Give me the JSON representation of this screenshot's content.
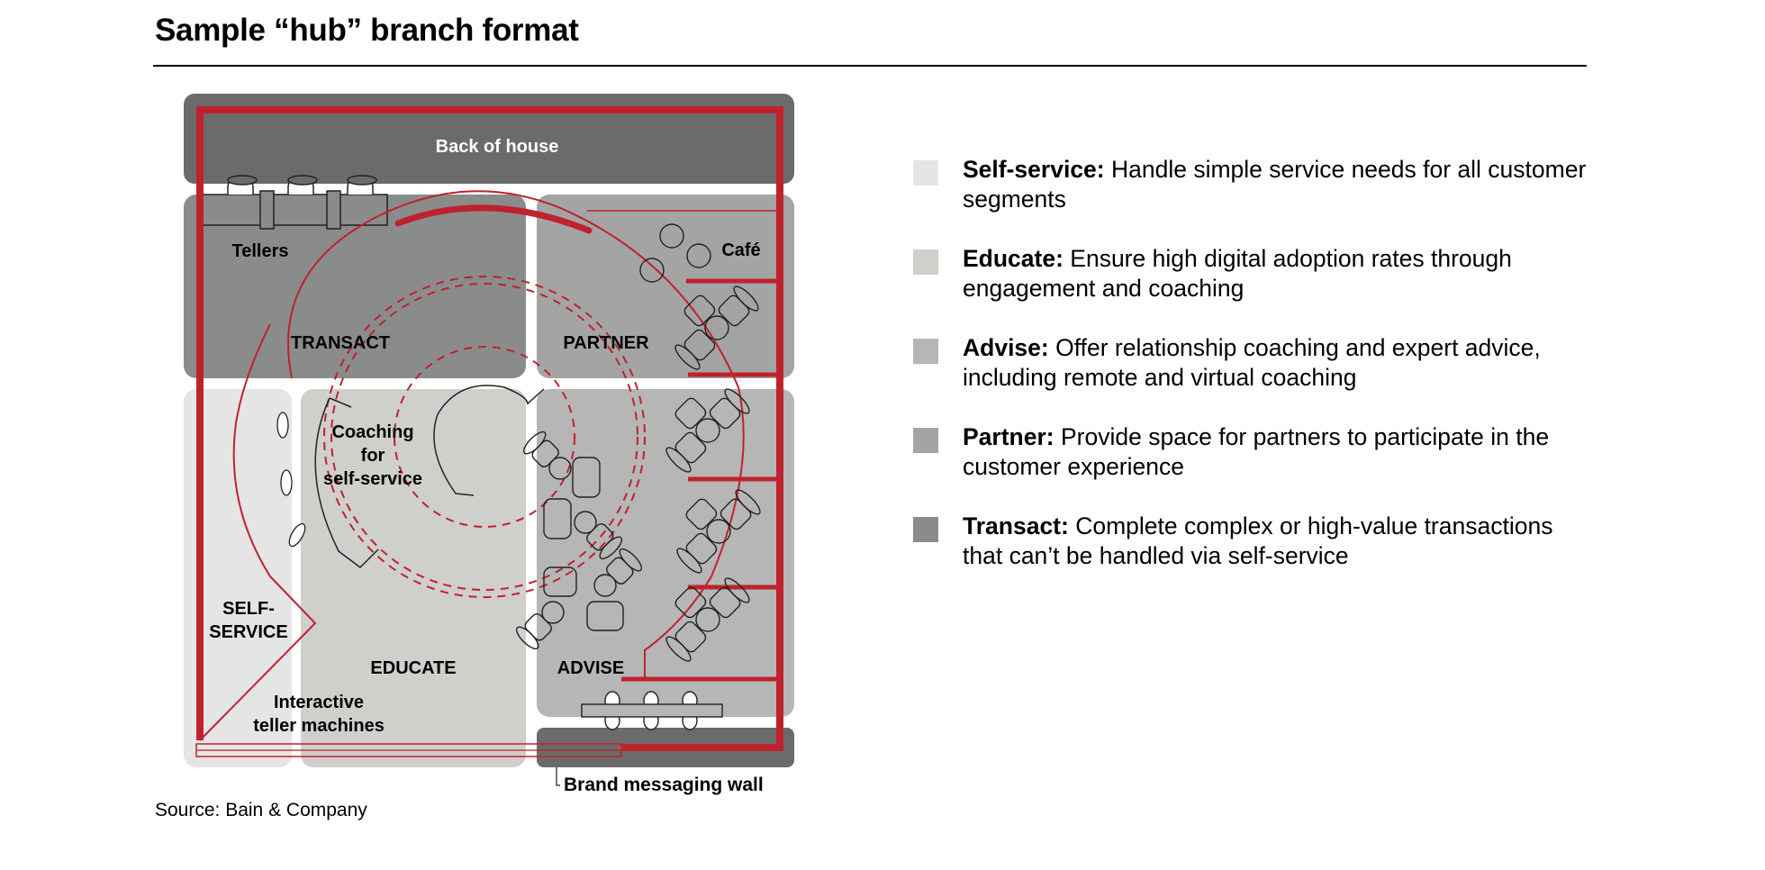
{
  "title": "Sample “hub” branch format",
  "source": "Source: Bain & Company",
  "colors": {
    "accent_red": "#c0222d",
    "back_of_house": "#6b6b6b",
    "transact": "#8a8c8b",
    "partner": "#a3a4a3",
    "advise": "#b5b6b5",
    "educate": "#cfcfcc",
    "self_service": "#e5e5e5",
    "brand_wall": "#6b6b6b"
  },
  "floor_plan": {
    "back_of_house": "Back of house",
    "tellers": "Tellers",
    "cafe": "Café",
    "transact": "TRANSACT",
    "partner": "PARTNER",
    "coaching": [
      "Coaching",
      "for",
      "self-service"
    ],
    "self_service": [
      "SELF-",
      "SERVICE"
    ],
    "educate": "EDUCATE",
    "advise": "ADVISE",
    "itm": [
      "Interactive",
      "teller machines"
    ],
    "brand_wall": "Brand messaging wall"
  },
  "legend": [
    {
      "term": "Self-service:",
      "desc": " Handle simple service needs for all customer segments",
      "color": "#e5e5e5"
    },
    {
      "term": "Educate:",
      "desc": " Ensure high digital adoption rates through engagement and coaching",
      "color": "#cfcfcc"
    },
    {
      "term": "Advise:",
      "desc": " Offer relationship coaching and expert advice, including remote and virtual coaching",
      "color": "#b5b6b5"
    },
    {
      "term": "Partner:",
      "desc": " Provide space for partners to participate in the customer experience",
      "color": "#a3a4a3"
    },
    {
      "term": "Transact:",
      "desc": " Complete complex or high-value transactions that can’t be handled via self-service",
      "color": "#8a8c8b"
    }
  ]
}
